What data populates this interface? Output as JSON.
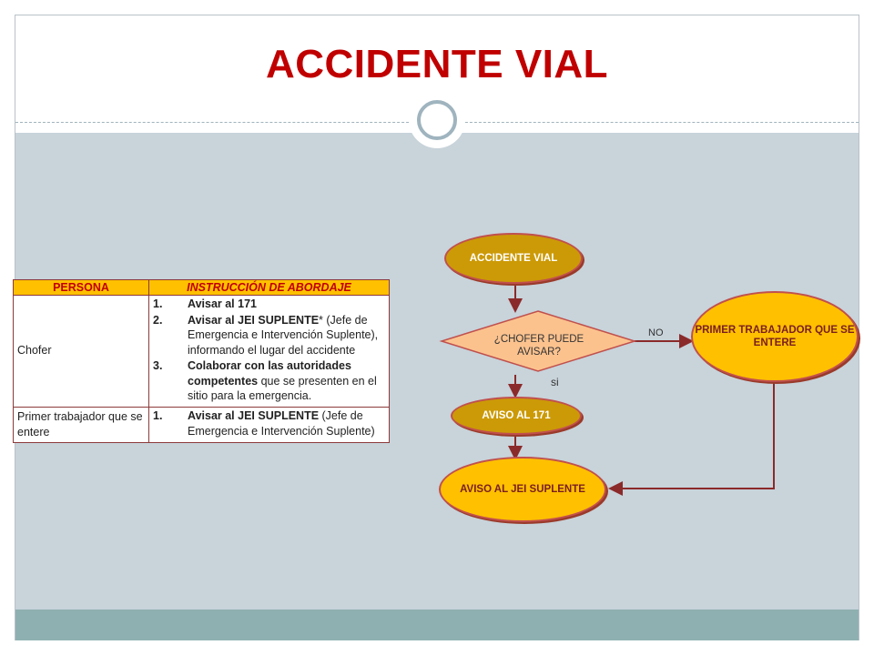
{
  "slide": {
    "title": "ACCIDENTE VIAL"
  },
  "table": {
    "headers": [
      "PERSONA",
      "INSTRUCCIÓN DE ABORDAJE"
    ],
    "rows": [
      {
        "persona": "Chofer",
        "steps": [
          {
            "num": "1.",
            "bold": "Avisar al 171",
            "text": ""
          },
          {
            "num": "2.",
            "bold": "Avisar al JEI SUPLENTE",
            "text": "* (Jefe de Emergencia e Intervención Suplente), informando el lugar del accidente"
          },
          {
            "num": "3.",
            "bold": "Colaborar con las autoridades competentes",
            "text": " que se presenten en el sitio para la emergencia."
          }
        ]
      },
      {
        "persona": "Primer trabajador que se entere",
        "steps": [
          {
            "num": "1.",
            "bold": "Avisar al JEI  SUPLENTE",
            "text": " (Jefe de Emergencia e Intervención Suplente)"
          }
        ]
      }
    ]
  },
  "flow": {
    "start": "ACCIDENTE VIAL",
    "decision": "¿CHOFER PUEDE AVISAR?",
    "no_label": "NO",
    "yes_label": "si",
    "aviso171": "AVISO AL 171",
    "primer": "PRIMER TRABAJADOR QUE SE ENTERE",
    "jei": "AVISO AL JEI SUPLENTE"
  },
  "colors": {
    "title": "#c00000",
    "node_dark": "#cc9a06",
    "node_yellow": "#ffc000",
    "diamond": "#fbc28e",
    "arrow": "#8b2a2a"
  }
}
